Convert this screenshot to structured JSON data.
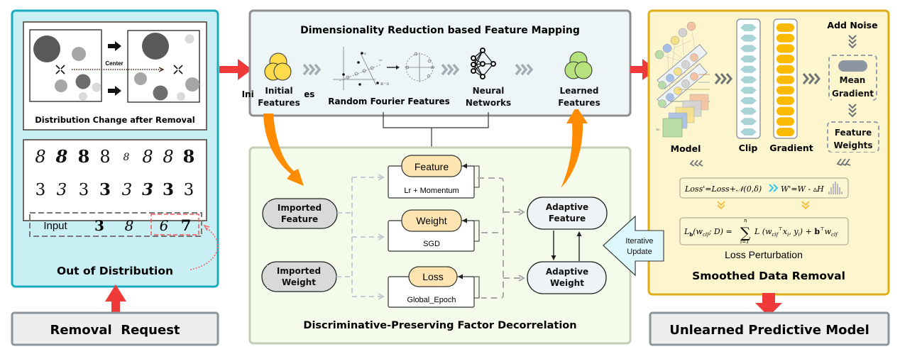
{
  "left": {
    "dist_caption": "Distribution Change after Removal",
    "center_label": "Center",
    "digit_row_1": [
      "8",
      "8",
      "8",
      "8",
      "8",
      "8",
      "8",
      "8"
    ],
    "digit_row_2": [
      "3",
      "3",
      "3",
      "3",
      "3",
      "3",
      "3",
      "3"
    ],
    "input_label": "Input",
    "input_digits": [
      "3",
      "8"
    ],
    "ood_digits": [
      "6",
      "7"
    ],
    "panel_title": "Out of Distribution",
    "request_label": "Removal  Request"
  },
  "mapping": {
    "title": "Dimensionality Reduction based Feature Mapping",
    "initial_features": "Initial Features",
    "rff": "Random Fourier Features",
    "neural_networks": "Neural Networks",
    "learned_features": "Learned Features",
    "rff_plot_labels": {
      "x": "x",
      "w": "ω",
      "rd": "ℝ^D",
      "r2": "ℝ²"
    }
  },
  "decorrelation": {
    "title": "Discriminative-Preserving Factor Decorrelation",
    "imported_feature": "Imported Feature",
    "imported_weight": "Imported Weight",
    "blocks": [
      {
        "tag": "Feature",
        "sub": "Lr + Momentum"
      },
      {
        "tag": "Weight",
        "sub": "SGD"
      },
      {
        "tag": "Loss",
        "sub": "Global_Epoch"
      }
    ],
    "adaptive_feature": "Adaptive Feature",
    "adaptive_weight": "Adaptive Weight",
    "iterative_update": "Iterative Update"
  },
  "smoothed": {
    "title": "Smoothed Data Removal",
    "model_label": "Model",
    "clip_label": "Clip",
    "gradient_label": "Gradient",
    "add_noise": "Add Noise",
    "mean_gradient": "Mean Gradient",
    "feature_weights": "Feature Weights",
    "formula_1a": "Loss'=Loss+𝒩(0,δ)",
    "formula_1b": "W'=W - ▵H",
    "formula_2": "L_b(w_clf; D) = Σ_{i=1}^{n} L(w_clf^T x_i, y_i) + b^T w_clf",
    "loss_perturbation": "Loss Perturbation",
    "model_sub_label": "(b)",
    "output_label": "Unlearned Predictive Model"
  },
  "colors": {
    "cyan_panel": "#c8f0f4",
    "cyan_border": "#17acbd",
    "flow_red": "#f03a3a",
    "flow_orange": "#ff8c00",
    "feature_yellow": "#fedb4a",
    "feature_green": "#b5e27d",
    "gradient_orange": "#fbb900",
    "clip_teal": "#a9d4d6",
    "tag_fill": "#fde4b0"
  }
}
